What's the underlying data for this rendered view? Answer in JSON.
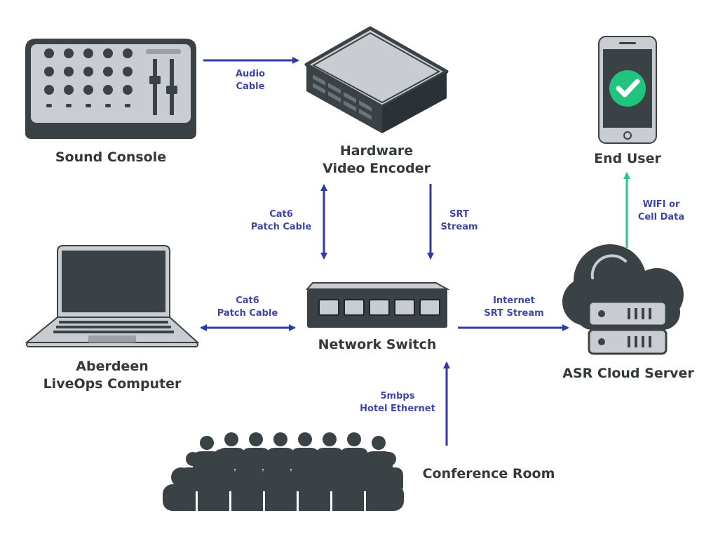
{
  "nodes": {
    "sound_console": "Sound Console",
    "video_encoder": [
      "Hardware",
      "Video Encoder"
    ],
    "end_user": "End User",
    "computer": [
      "Aberdeen",
      "LiveOps Computer"
    ],
    "network_switch": "Network Switch",
    "cloud_server": "ASR Cloud Server",
    "conference_room": "Conference Room"
  },
  "edges": {
    "audio": [
      "Audio",
      "Cable"
    ],
    "cat6_vertical": [
      "Cat6",
      "Patch Cable"
    ],
    "srt": [
      "SRT",
      "Stream"
    ],
    "wifi": [
      "WIFI or",
      "Cell Data"
    ],
    "cat6_horizontal": [
      "Cat6",
      "Patch Cable"
    ],
    "internet": [
      "Internet",
      "SRT Stream"
    ],
    "ethernet": [
      "5mbps",
      "Hotel Ethernet"
    ]
  },
  "colors": {
    "arrow_blue": "#2f3aa8",
    "arrow_green": "#1ecb82",
    "label_blue": "#3d47a6",
    "device_dark": "#3a4246",
    "device_light": "#c9ccd0",
    "check_green": "#20c47c"
  }
}
